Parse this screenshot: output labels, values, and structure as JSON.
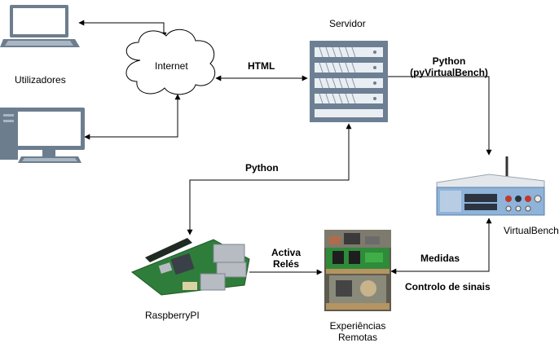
{
  "nodes": {
    "utilizadores": {
      "label": "Utilizadores",
      "icon": "laptop-and-desktop-icon"
    },
    "internet": {
      "label": "Internet",
      "icon": "cloud-icon"
    },
    "servidor": {
      "label": "Servidor",
      "icon": "server-rack-icon"
    },
    "virtualbench": {
      "label": "VirtualBench",
      "icon": "virtualbench-instrument-icon"
    },
    "raspberrypi": {
      "label": "RaspberryPI",
      "icon": "raspberry-pi-board-icon"
    },
    "experiencias": {
      "line1": "Experiências",
      "line2": "Remotas",
      "icon": "remote-experiment-photo-icon"
    }
  },
  "edges": {
    "internet_servidor": "HTML",
    "servidor_virtualbench_line1": "Python",
    "servidor_virtualbench_line2": "(pyVirtualBench)",
    "servidor_raspberry": "Python",
    "raspberry_experiencias_line1": "Activa",
    "raspberry_experiencias_line2": "Relés",
    "virtualbench_experiencias_1": "Medidas",
    "virtualbench_experiencias_2": "Controlo de sinais"
  },
  "colors": {
    "device_blue": "#8fb3d9",
    "device_dark": "#6c7d8e",
    "server_body": "#6d7f93",
    "board_green": "#2f7d3a"
  }
}
